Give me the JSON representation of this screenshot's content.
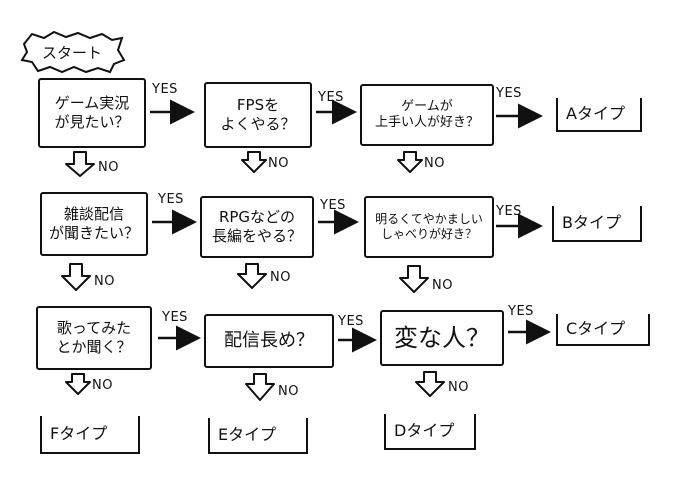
{
  "start": {
    "label": "スタート"
  },
  "nodes": {
    "q1": "ゲーム実況\nが見たい？",
    "q2": "FPSを\nよくやる？",
    "q3": "ゲームが\n上手い人が好き？",
    "q4": "雑談配信\nが聞きたい？",
    "q5": "RPGなどの\n長編をやる？",
    "q6": "明るくてやかましい\nしゃべりが好き？",
    "q7": "歌ってみた\nとか聞く？",
    "q8": "配信長め？",
    "q9": "変な人？"
  },
  "results": {
    "a": "Aタイプ",
    "b": "Bタイプ",
    "c": "Cタイプ",
    "d": "Dタイプ",
    "e": "Eタイプ",
    "f": "Fタイプ"
  },
  "labels": {
    "yes": "YES",
    "no": "NO"
  },
  "colors": {
    "ink": "#111111",
    "background": "#ffffff"
  }
}
